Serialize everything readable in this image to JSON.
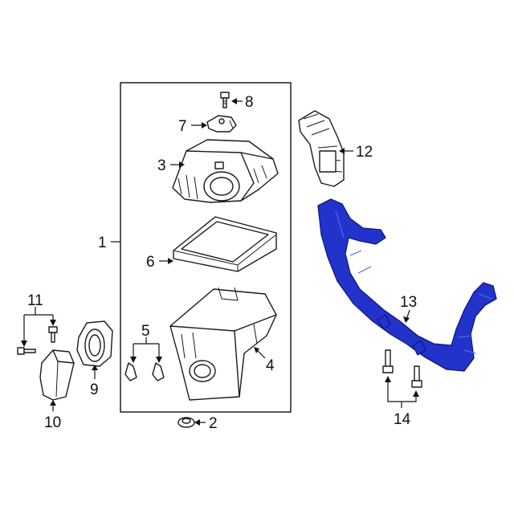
{
  "callouts": {
    "c1": "1",
    "c2": "2",
    "c3": "3",
    "c4": "4",
    "c5": "5",
    "c6": "6",
    "c7": "7",
    "c8": "8",
    "c9": "9",
    "c10": "10",
    "c11": "11",
    "c12": "12",
    "c13": "13",
    "c14": "14"
  },
  "colors": {
    "highlight": "#2233cc",
    "line": "#1a1a1a"
  }
}
